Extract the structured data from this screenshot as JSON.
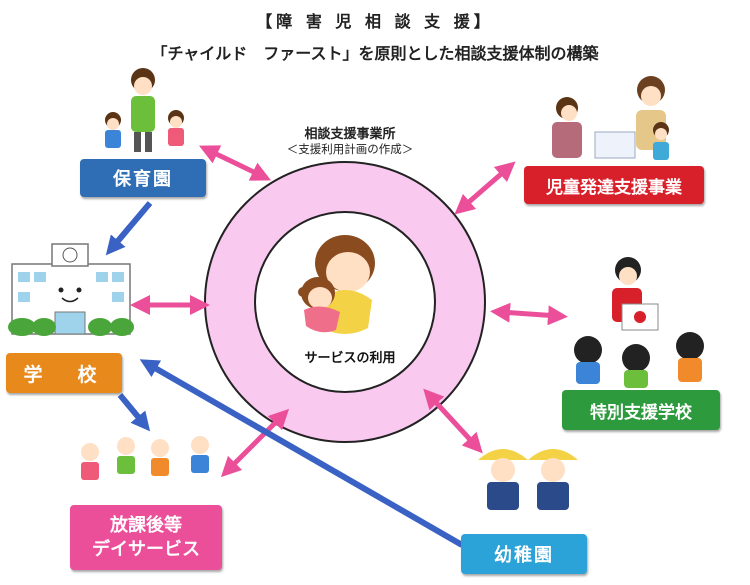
{
  "header": {
    "title": "【障 害 児 相 談 支 援】",
    "subtitle": "「チャイルド　ファースト」を原則とした相談支援体制の構築"
  },
  "center": {
    "title": "相談支援事業所",
    "subtitle": "＜支援利用計画の作成＞",
    "service_label": "サービスの利用"
  },
  "nodes": {
    "hoikuen": "保育園",
    "gakkou": "学　校",
    "houkago_line1": "放課後等",
    "houkago_line2": "デイサービス",
    "jidou": "児童発達支援事業",
    "tokubetsu": "特別支援学校",
    "youchien": "幼稚園"
  },
  "colors": {
    "hoikuen": "#2f6db5",
    "gakkou": "#e8891c",
    "houkago": "#ec4f9a",
    "jidou": "#d8202a",
    "tokubetsu": "#2e9a3e",
    "youchien": "#2ca3d8",
    "ring": "#f9c9ef",
    "arrow_pink": "#ec4f9a",
    "arrow_blue": "#3a62c4"
  }
}
